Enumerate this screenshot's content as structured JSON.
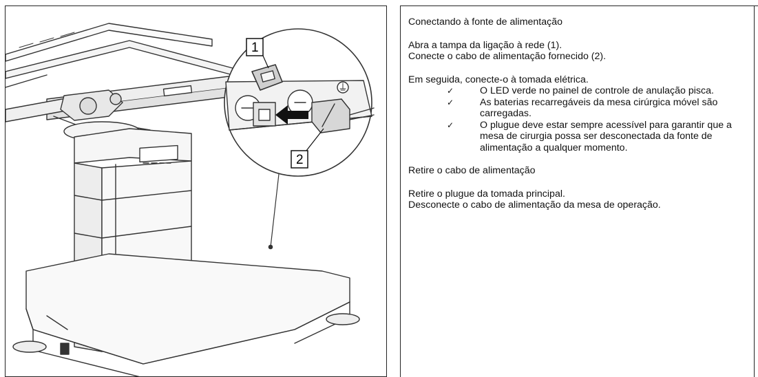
{
  "illustration": {
    "callout_1": "1",
    "callout_2": "2"
  },
  "instructions": {
    "title": "Conectando à fonte de alimentação",
    "step_open_cover": "Abra a tampa da ligação à rede (1).",
    "step_connect_cable": "Conecte o cabo de alimentação fornecido (2).",
    "step_connect_outlet": "Em seguida, conecte-o à tomada elétrica.",
    "check_mark": "✓",
    "results": [
      "O LED verde no painel de controle de anulação pisca.",
      "As baterias recarregáveis da mesa cirúrgica móvel são carregadas.",
      "O plugue deve estar sempre acessível para garantir que a mesa de cirurgia possa ser desconectada da fonte de alimentação a qualquer momento."
    ],
    "remove_heading": "Retire o cabo de alimentação",
    "step_remove_plug": "Retire o plugue da tomada principal.",
    "step_disconnect_cable": "Desconecte o cabo de alimentação da mesa de operação."
  }
}
